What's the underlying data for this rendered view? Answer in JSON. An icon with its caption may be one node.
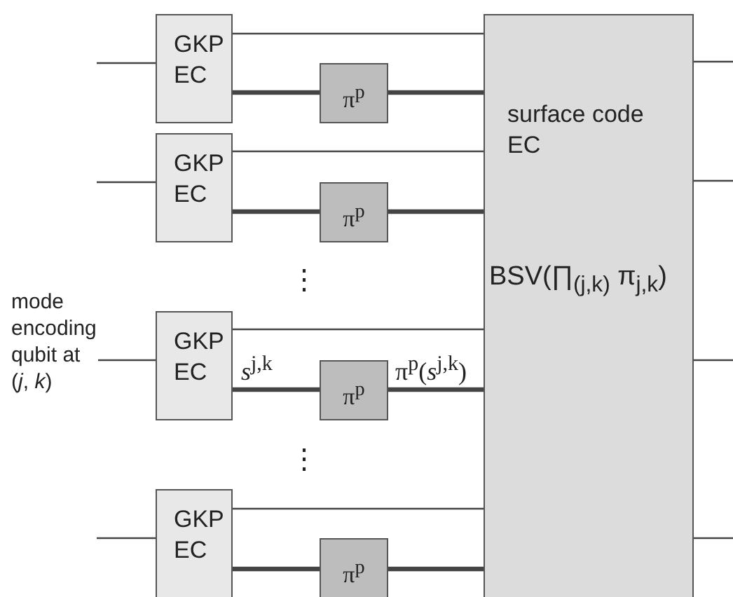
{
  "diagram": {
    "nodes": [
      {
        "text": [
          "GKP EC"
        ]
      },
      {
        "text": [
          "π$^{p}$"
        ]
      },
      {
        "text": [
          "GKP EC"
        ]
      },
      {
        "text": [
          "π$^{p}$"
        ]
      },
      {
        "text": [
          "mode encoding qubit at (*j*, *k*)"
        ]
      },
      {
        "text": [
          "GKP EC"
        ]
      },
      {
        "text": [
          "π$^{p}$"
        ]
      },
      {
        "text": [
          "GKP EC"
        ]
      },
      {
        "text": [
          "π$^{p}$"
        ]
      },
      {
        "text": [
          "surface code EC",
          "BSV(∏$_{(j,k)}$ π$_{j,k}$)"
        ]
      }
    ],
    "edges": [
      {
        "from": null,
        "to": 0,
        "arrow": "none"
      },
      {
        "from": 0,
        "to": 9,
        "arrow": "none"
      },
      {
        "from": 0,
        "to": 1,
        "arrow": "none",
        "style": "thick"
      },
      {
        "from": 1,
        "to": 9,
        "arrow": "none",
        "style": "thick"
      },
      {
        "from": null,
        "to": 2,
        "arrow": "none"
      },
      {
        "from": 2,
        "to": 9,
        "arrow": "none"
      },
      {
        "from": 2,
        "to": 3,
        "arrow": "none",
        "style": "thick"
      },
      {
        "from": 3,
        "to": 9,
        "arrow": "none",
        "style": "thick"
      },
      {
        "from": 4,
        "to": 5,
        "arrow": "none"
      },
      {
        "from": 5,
        "to": 9,
        "arrow": "none"
      },
      {
        "from": 5,
        "to": 6,
        "arrow": "none",
        "style": "thick",
        "label": "*s*$^{j,k}$"
      },
      {
        "from": 6,
        "to": 9,
        "arrow": "none",
        "style": "thick",
        "label": "π$^{p}$(*s*$^{j,k}$)"
      },
      {
        "from": null,
        "to": 7,
        "arrow": "none"
      },
      {
        "from": 7,
        "to": 9,
        "arrow": "none"
      },
      {
        "from": 7,
        "to": 8,
        "arrow": "none",
        "style": "thick"
      },
      {
        "from": 8,
        "to": 9,
        "arrow": "none",
        "style": "thick"
      },
      {
        "from": 9,
        "to": null,
        "arrow": "none"
      },
      {
        "from": 9,
        "to": null,
        "arrow": "none"
      },
      {
        "from": 9,
        "to": null,
        "arrow": "none"
      },
      {
        "from": 9,
        "to": null,
        "arrow": "none"
      }
    ],
    "labels": [
      "⋮",
      "⋮"
    ]
  }
}
